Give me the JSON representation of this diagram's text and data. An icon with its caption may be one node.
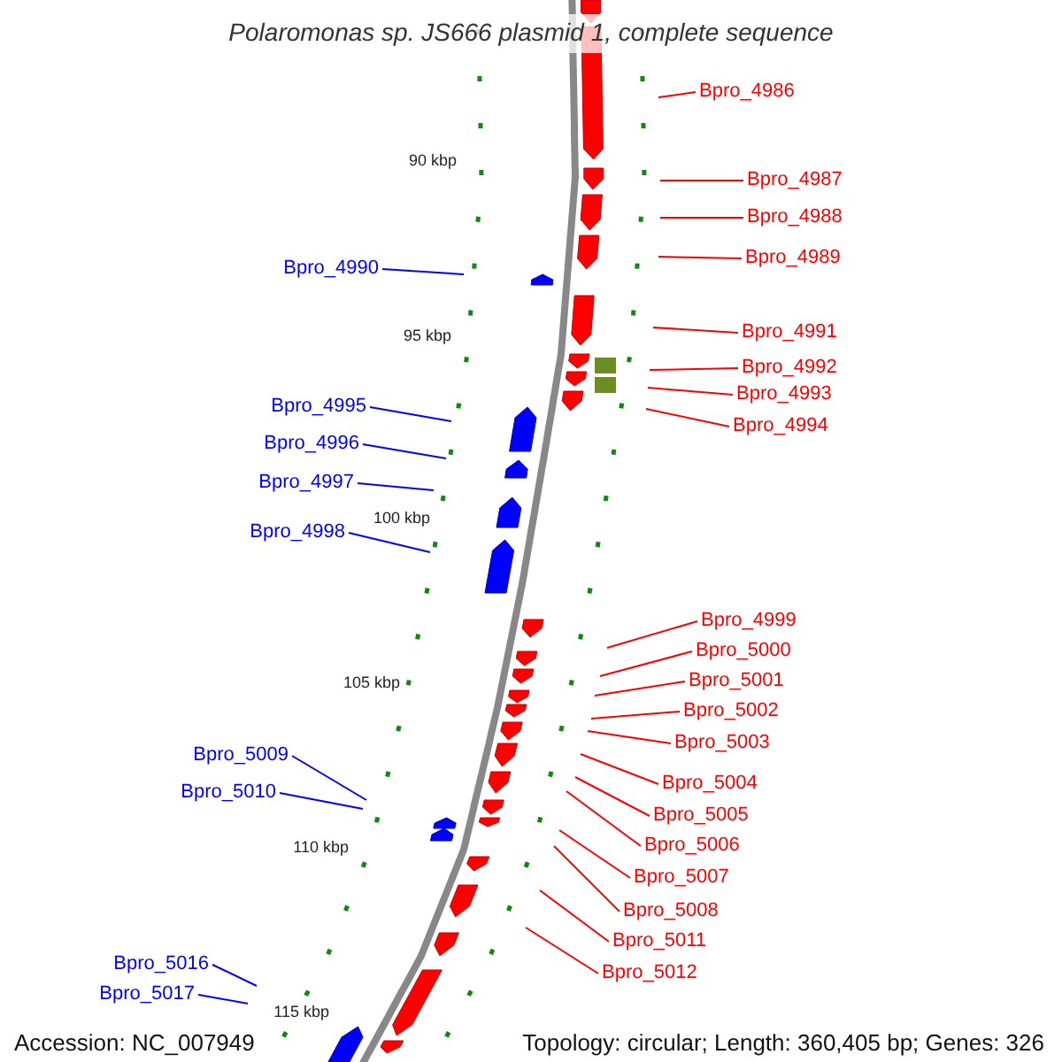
{
  "diagram": {
    "title": "Polaromonas sp. JS666 plasmid 1, complete sequence",
    "nodes": [
      {
        "text": [
          "Bpro_4986"
        ]
      },
      {
        "text": [
          "Bpro_4987"
        ]
      },
      {
        "text": [
          "Bpro_4988"
        ]
      },
      {
        "text": [
          "Bpro_4989"
        ]
      },
      {
        "text": [
          "Bpro_4990"
        ]
      },
      {
        "text": [
          "Bpro_4991"
        ]
      },
      {
        "text": [
          "Bpro_4992"
        ]
      },
      {
        "text": [
          "Bpro_4993"
        ]
      },
      {
        "text": [
          "Bpro_4995"
        ]
      },
      {
        "text": [
          "Bpro_4994"
        ]
      },
      {
        "text": [
          "Bpro_4996"
        ]
      },
      {
        "text": [
          "Bpro_4997"
        ]
      },
      {
        "text": [
          "Bpro_4998"
        ]
      },
      {
        "text": [
          "Bpro_4999"
        ]
      },
      {
        "text": [
          "Bpro_5000"
        ]
      },
      {
        "text": [
          "Bpro_5001"
        ]
      },
      {
        "text": [
          "Bpro_5002"
        ]
      },
      {
        "text": [
          "Bpro_5003"
        ]
      },
      {
        "text": [
          "Bpro_5009"
        ]
      },
      {
        "text": [
          "Bpro_5004"
        ]
      },
      {
        "text": [
          "Bpro_5010"
        ]
      },
      {
        "text": [
          "Bpro_5005"
        ]
      },
      {
        "text": [
          "Bpro_5006"
        ]
      },
      {
        "text": [
          "Bpro_5007"
        ]
      },
      {
        "text": [
          "Bpro_5008"
        ]
      },
      {
        "text": [
          "Bpro_5011"
        ]
      },
      {
        "text": [
          "Bpro_5016"
        ]
      },
      {
        "text": [
          "Bpro_5012"
        ]
      },
      {
        "text": [
          "Bpro_5017"
        ]
      }
    ],
    "edges": [
      {
        "from": 0,
        "to": null,
        "arrow": "none"
      },
      {
        "from": 1,
        "to": null,
        "arrow": "none"
      },
      {
        "from": 2,
        "to": null,
        "arrow": "none"
      },
      {
        "from": 3,
        "to": null,
        "arrow": "none"
      },
      {
        "from": 4,
        "to": null,
        "arrow": "none",
        "color": "#0000ff"
      },
      {
        "from": 5,
        "to": null,
        "arrow": "none"
      },
      {
        "from": 6,
        "to": null,
        "arrow": "none"
      },
      {
        "from": 7,
        "to": null,
        "arrow": "none"
      },
      {
        "from": 8,
        "to": null,
        "arrow": "none",
        "color": "#0000ff"
      },
      {
        "from": 9,
        "to": null,
        "arrow": "none"
      },
      {
        "from": 10,
        "to": null,
        "arrow": "none",
        "color": "#0000ff"
      },
      {
        "from": 11,
        "to": null,
        "arrow": "none",
        "color": "#0000ff"
      },
      {
        "from": 12,
        "to": null,
        "arrow": "none",
        "color": "#0000ff"
      },
      {
        "from": 13,
        "to": null,
        "arrow": "none"
      },
      {
        "from": 14,
        "to": null,
        "arrow": "none"
      },
      {
        "from": 15,
        "to": null,
        "arrow": "none"
      },
      {
        "from": 16,
        "to": null,
        "arrow": "none"
      },
      {
        "from": 17,
        "to": null,
        "arrow": "none"
      },
      {
        "from": 18,
        "to": null,
        "arrow": "none",
        "color": "#0000ff"
      },
      {
        "from": 19,
        "to": null,
        "arrow": "none"
      },
      {
        "from": 20,
        "to": null,
        "arrow": "none",
        "color": "#0000ff"
      },
      {
        "from": 21,
        "to": null,
        "arrow": "none"
      },
      {
        "from": 22,
        "to": null,
        "arrow": "none"
      },
      {
        "from": 23,
        "to": null,
        "arrow": "none"
      },
      {
        "from": 24,
        "to": null,
        "arrow": "none"
      },
      {
        "from": 25,
        "to": null,
        "arrow": "none"
      },
      {
        "from": 26,
        "to": null,
        "arrow": "none",
        "color": "#0000ff"
      },
      {
        "from": 27,
        "to": null,
        "arrow": "none"
      },
      {
        "from": 28,
        "to": null,
        "arrow": "none",
        "color": "#0000ff"
      }
    ],
    "labels": [
      "90 kbp",
      "95 kbp",
      "100 kbp",
      "105 kbp",
      "110 kbp",
      "115 kbp",
      "Accession: NC_007949",
      "Topology: circular; Length: 360,405 bp; Genes: 326"
    ]
  }
}
